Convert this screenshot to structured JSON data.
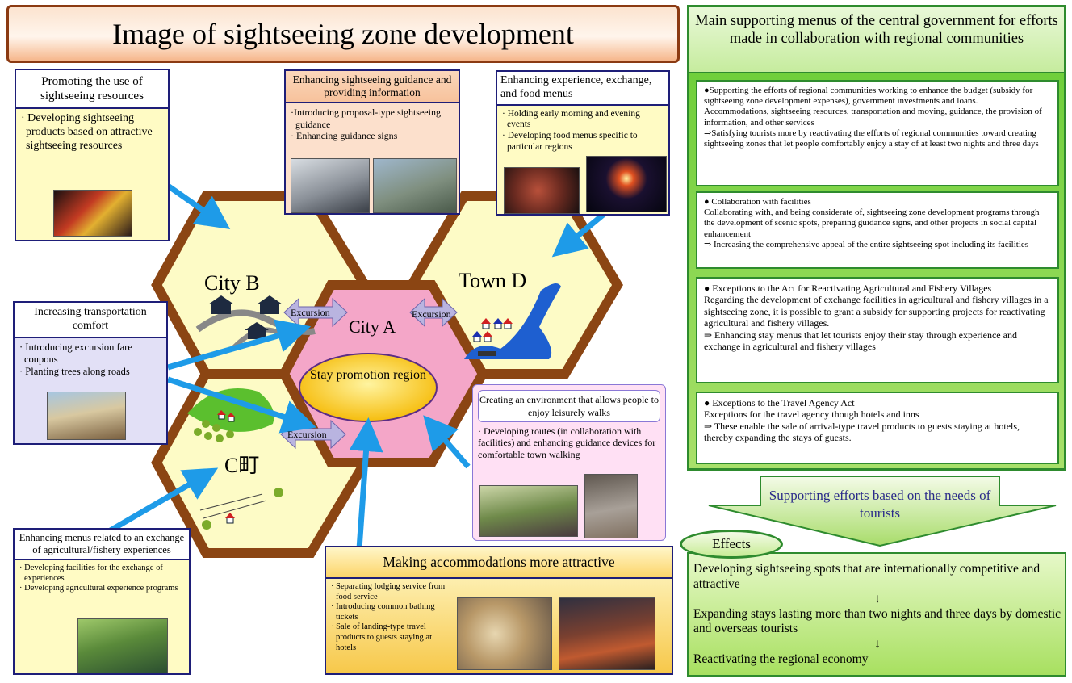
{
  "title": "Image of sightseeing zone development",
  "zones": {
    "city_b": "City B",
    "town_d": "Town D",
    "city_a": "City A",
    "town_c": "C町",
    "stay_region": "Stay promotion region",
    "excursion_1": "Excursion",
    "excursion_2": "Excursion",
    "excursion_3": "Excursion"
  },
  "boxes": {
    "promoting": {
      "title": "Promoting the use of sightseeing resources",
      "items": [
        "· Developing sightseeing products based on attractive sightseeing resources"
      ]
    },
    "guidance": {
      "title": "Enhancing sightseeing guidance and providing information",
      "items": [
        "·Introducing proposal-type sightseeing guidance",
        "· Enhancing guidance signs"
      ]
    },
    "experience": {
      "title": "Enhancing experience, exchange, and food menus",
      "items": [
        "· Holding early morning and evening events",
        "· Developing food menus specific to particular regions"
      ]
    },
    "transport": {
      "title": "Increasing transportation comfort",
      "items": [
        "· Introducing excursion fare coupons",
        "· Planting trees along roads"
      ]
    },
    "walks": {
      "title": "Creating an environment that allows people to enjoy leisurely walks",
      "items": [
        "· Developing routes (in collaboration with facilities) and enhancing guidance devices for comfortable town walking"
      ]
    },
    "agri": {
      "title": "Enhancing menus related to an exchange of agricultural/fishery experiences",
      "items": [
        "· Developing facilities for the exchange of experiences",
        "· Developing agricultural experience programs"
      ]
    },
    "accommodations": {
      "title": "Making accommodations more attractive",
      "items": [
        "· Separating lodging service from food service",
        "· Introducing common bathing tickets",
        "· Sale of landing-type travel products to guests staying at hotels"
      ]
    }
  },
  "right_panel": {
    "title": "Main supporting menus of the central government for efforts made in collaboration with regional communities",
    "sections": [
      {
        "lines": [
          "●Supporting the efforts of regional communities working to enhance the budget (subsidy for sightseeing zone development expenses), government investments and loans.",
          "Accommodations, sightseeing resources, transportation and moving, guidance, the provision of information, and other services",
          "⇒Satisfying tourists more by reactivating the efforts of regional communities toward creating sightseeing zones that let people comfortably enjoy a stay of at least two nights and three days"
        ]
      },
      {
        "lines": [
          "● Collaboration with facilities",
          "Collaborating with, and being considerate of, sightseeing zone development programs through the development of scenic spots, preparing guidance signs, and other projects in social capital enhancement",
          "⇒ Increasing the comprehensive appeal of the entire sightseeing spot including its facilities"
        ]
      },
      {
        "lines": [
          "● Exceptions to the Act for Reactivating Agricultural and Fishery Villages",
          "Regarding the development of exchange facilities in agricultural and fishery villages in a sightseeing zone, it is possible to grant a subsidy for supporting projects for reactivating agricultural and fishery villages.",
          "⇒ Enhancing stay menus that let tourists enjoy their stay through experience and exchange in agricultural and fishery villages"
        ]
      },
      {
        "lines": [
          "● Exceptions to the Travel Agency Act",
          "Exceptions for the travel agency though hotels and inns",
          "⇒ These enable the sale of arrival-type travel products to guests staying at hotels, thereby expanding the stays of guests."
        ]
      }
    ]
  },
  "support_arrow": "Supporting efforts based on the needs of tourists",
  "effects": {
    "label": "Effects",
    "lines": [
      "Developing sightseeing spots that are internationally competitive and attractive",
      "↓",
      "Expanding stays lasting more than two nights and three days by domestic and overseas tourists",
      "↓",
      "Reactivating the regional economy"
    ]
  },
  "colors": {
    "hex_fill": "#fdfbc6",
    "hex_border": "#8b4513",
    "city_a_fill": "#f4a6c8",
    "stay_fill": "#f5b800",
    "arrow_blue": "#1e9be8",
    "excursion_arrow": "#b9b4e0",
    "panel_green": "#2e8b2e"
  }
}
